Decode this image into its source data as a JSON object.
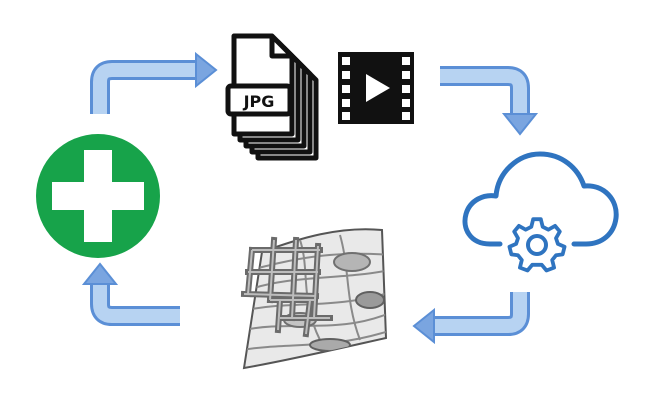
{
  "diagram": {
    "nodes": [
      {
        "id": "medical",
        "icon": "medical-cross-icon",
        "color": "#17a34a"
      },
      {
        "id": "images",
        "icon": "jpg-files-stack-icon",
        "label": "JPG"
      },
      {
        "id": "video",
        "icon": "video-film-icon"
      },
      {
        "id": "cloud",
        "icon": "cloud-gear-icon",
        "color": "#2f74c0"
      },
      {
        "id": "map",
        "icon": "contour-mesh-map-icon"
      }
    ],
    "edges": [
      {
        "from": "medical",
        "to": "images"
      },
      {
        "from": "video",
        "to": "cloud"
      },
      {
        "from": "cloud",
        "to": "map"
      },
      {
        "from": "map",
        "to": "medical"
      }
    ],
    "colors": {
      "arrow_light": "#b7d3f2",
      "arrow_dark": "#5b8fd6",
      "cross_green": "#17a34a",
      "cloud_blue": "#2f74c0"
    }
  }
}
